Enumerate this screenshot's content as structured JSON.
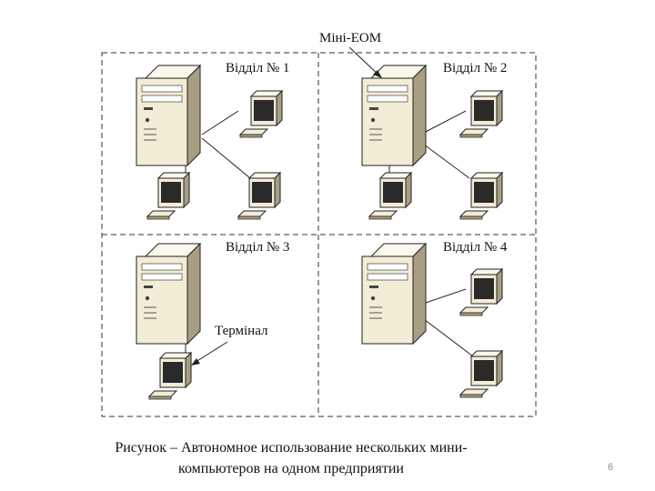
{
  "departments": [
    {
      "label": "Відділ № 1"
    },
    {
      "label": "Відділ № 2"
    },
    {
      "label": "Відділ № 3"
    },
    {
      "label": "Відділ № 4"
    }
  ],
  "annotations": {
    "mini_computer": "Міні-ЕОМ",
    "terminal": "Термінал"
  },
  "icons": {
    "server": "server-tower-icon",
    "workstation": "terminal-computer-icon"
  },
  "caption": {
    "line1": "Рисунок  – Автономное использование нескольких мини-",
    "line2": "компьютеров на одном предприятии"
  },
  "page_number": "6",
  "colors": {
    "tower_front": "#f3ecd6",
    "tower_side": "#a89f82",
    "tower_top": "#fbf7ec",
    "screen": "#2a2a2a",
    "outline": "#222222"
  }
}
